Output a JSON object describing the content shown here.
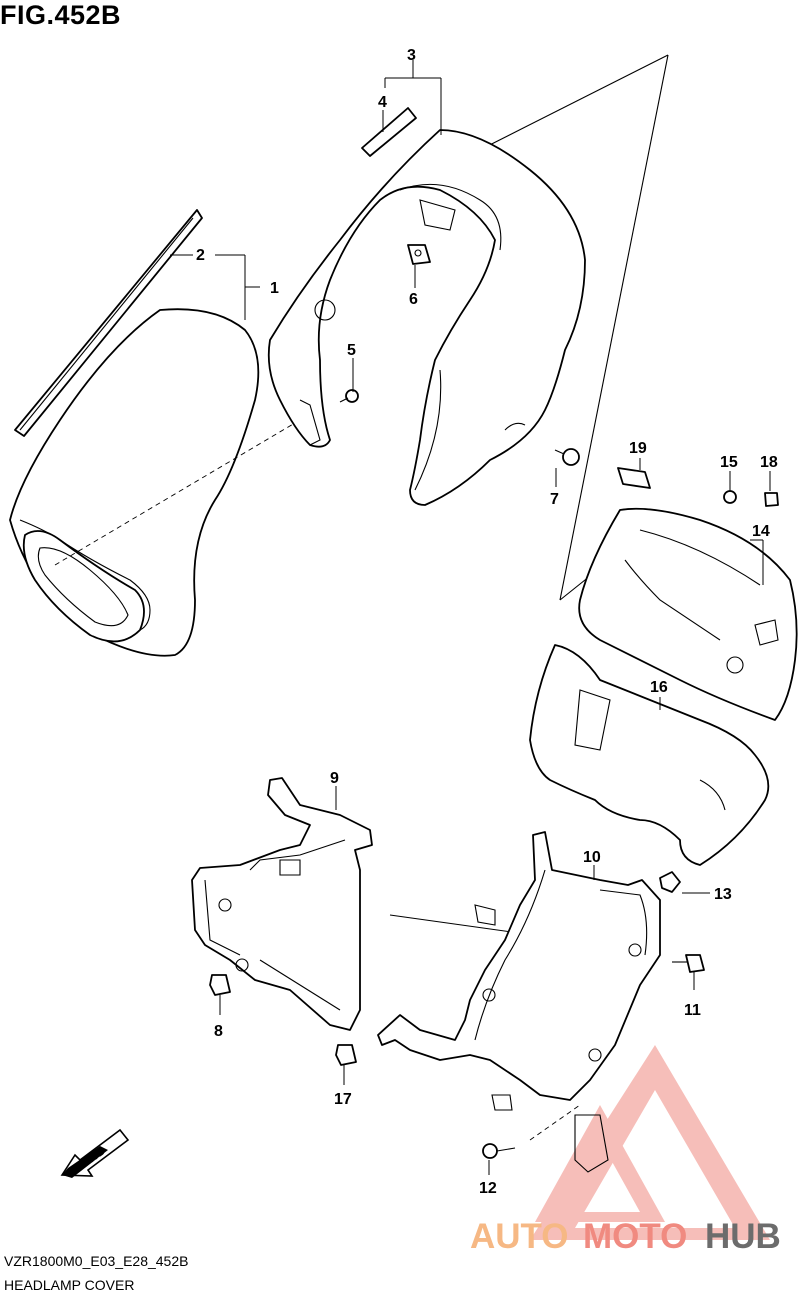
{
  "figure": {
    "title": "FIG.452B",
    "code": "VZR1800M0_E03_E28_452B",
    "caption": "HEADLAMP COVER",
    "fwd_label": "FWD"
  },
  "watermark": {
    "part1": "AUTO",
    "part2": "MOTO",
    "part3": "HUB",
    "colors": {
      "auto": "#f6b884",
      "moto": "#f08a80",
      "hub": "#6c6c6c",
      "triangle": "#f08a80"
    }
  },
  "callouts": [
    "1",
    "2",
    "3",
    "4",
    "5",
    "6",
    "7",
    "8",
    "9",
    "10",
    "11",
    "12",
    "13",
    "14",
    "15",
    "16",
    "17",
    "18",
    "19"
  ]
}
